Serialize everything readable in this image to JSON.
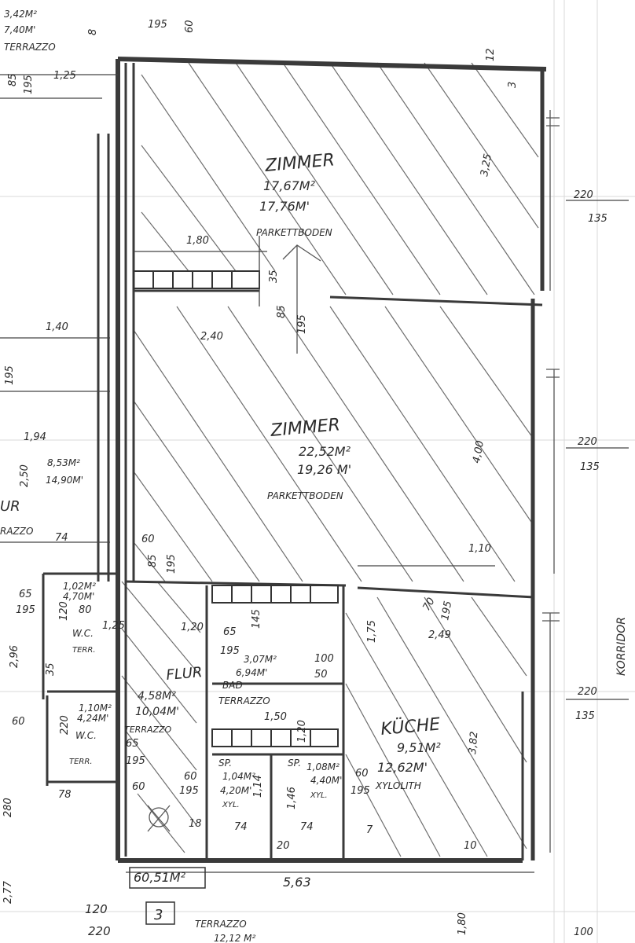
{
  "labels": {
    "room1_name": "ZIMMER",
    "room1_area1": "17,67M²",
    "room1_area2": "17,76M'",
    "room1_floor": "PARKETTBODEN",
    "room2_name": "ZIMMER",
    "room2_area1": "22,52M²",
    "room2_area2": "19,26 M'",
    "room2_floor": "PARKETTBODEN",
    "kitchen_name": "KÜCHE",
    "kitchen_area1": "9,51M²",
    "kitchen_area2": "12,62M'",
    "kitchen_floor": "XYLOLITH",
    "flur_name": "FLUR",
    "flur_area1": "4,58M²",
    "flur_area2": "10,04M'",
    "flur_floor": "TERRAZZO",
    "bad_name": "BAD",
    "bad_area1": "3,07M²",
    "bad_area2": "6,94M'",
    "bad_floor": "TERRAZZO",
    "wc1_name": "W.C.",
    "wc1_area1": "1,02M²",
    "wc1_area2": "4,70M'",
    "wc1_floor": "TERR.",
    "wc2_name": "W.C.",
    "wc2_area1": "1,10M²",
    "wc2_area2": "4,24M'",
    "wc2_floor": "TERR.",
    "sp1_name": "SP.",
    "sp1_area1": "1,04M²",
    "sp1_area2": "4,20M'",
    "sp1_floor": "XYL.",
    "sp2_name": "SP.",
    "sp2_area1": "1,08M²",
    "sp2_area2": "4,40M'",
    "sp2_floor": "XYL.",
    "left_area1": "8,53M²",
    "left_area2": "14,90M'",
    "left_flur": "UR",
    "left_terrazzo": "RAZZO",
    "top_area1": "3,42M²",
    "top_area2": "7,40M'",
    "top_terrazzo": "TERRAZZO",
    "total_area": "60,51M²",
    "unit_number": "3",
    "bottom_terrazzo": "TERRAZZO",
    "bottom_area": "12,12 M²",
    "side_label": "KORRIDOR"
  },
  "dims": {
    "d195_top": "195",
    "d60_top": "60",
    "d8_top": "8",
    "d12_top": "12",
    "d3_top": "3",
    "d85_left": "85",
    "d125_left": "1,25",
    "d195_left": "195",
    "d325": "3,25",
    "d220_a": "220",
    "d135_a": "135",
    "d180": "1,80",
    "d35": "35",
    "d85_mid": "85",
    "d195_mid": "195",
    "d240": "2,40",
    "d140": "1,40",
    "d195_l2": "195",
    "d194": "1,94",
    "d250": "2,50",
    "d400": "4,00",
    "d220_b": "220",
    "d135_b": "135",
    "d74": "74",
    "d60_flur": "60",
    "d85_flur": "85",
    "d195_flur": "195",
    "d110": "1,10",
    "d65_a": "65",
    "d195_wc": "195",
    "d80_wc": "80",
    "d120_wc": "120",
    "d125_wc": "1,25",
    "d120_flur": "1,20",
    "d65_bad": "65",
    "d195_bad": "195",
    "d145_bad": "145",
    "d100_bad": "100",
    "d50_bad": "50",
    "d175": "1,75",
    "d249": "2,49",
    "d70_k": "70",
    "d195_k": "195",
    "d296": "2,96",
    "d35_wc": "35",
    "d60_wc2": "60",
    "d220_wc2": "220",
    "d150": "1,50",
    "d120_sp": "1,20",
    "d382": "3,82",
    "d220_c": "220",
    "d135_c": "135",
    "d65_flur": "65",
    "d195_flur2": "195",
    "d60_sp": "60",
    "d195_sp": "195",
    "d114": "1,14",
    "d146": "1,46",
    "d60_sp2": "60",
    "d195_sp2": "195",
    "d60_low": "60",
    "d78": "78",
    "d18": "18",
    "d74_a": "74",
    "d74_b": "74",
    "d20": "20",
    "d7": "7",
    "d10": "10",
    "d563": "5,63",
    "d120_bot": "120",
    "d220_bot": "220",
    "d180_bot": "1,80",
    "d100_bot": "100",
    "d277": "2,77",
    "d280": "280"
  },
  "colors": {
    "ink": "#2b2b2b",
    "paper": "#ffffff"
  }
}
